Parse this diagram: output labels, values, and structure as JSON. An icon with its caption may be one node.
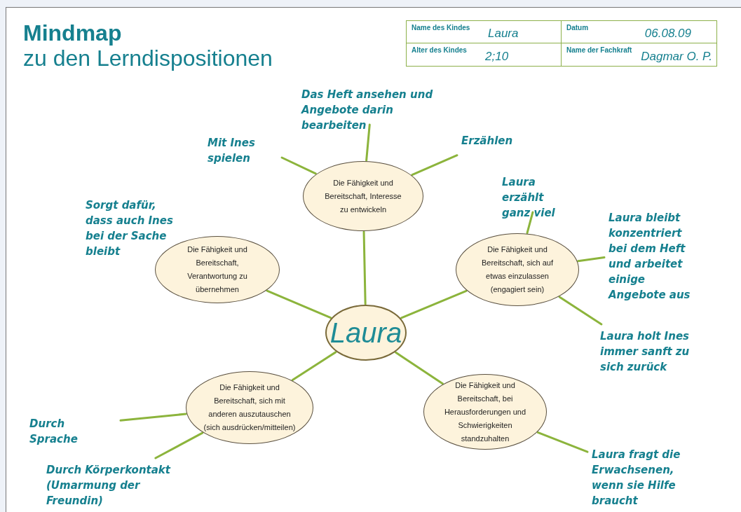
{
  "diagram": {
    "title": "**Mindmap** zu den Lerndispositionen",
    "nodes": [
      {
        "text": [
          "Laura"
        ]
      },
      {
        "text": [
          "Die Fähigkeit und Bereitschaft, Interesse zu entwickeln"
        ]
      },
      {
        "text": [
          "Die Fähigkeit und Bereitschaft, Verantwortung zu übernehmen"
        ]
      },
      {
        "text": [
          "Die Fähigkeit und Bereitschaft, sich auf etwas einzulassen (engagiert sein)"
        ]
      },
      {
        "text": [
          "Die Fähigkeit und Bereitschaft, sich mit anderen auszutauschen (sich ausdrücken/mitteilen)"
        ]
      },
      {
        "text": [
          "Die Fähigkeit und Bereitschaft, bei Herausforderungen und Schwierigkeiten standzuhalten"
        ]
      },
      {
        "text": [
          "Das Heft ansehen und Angebote darin bearbeiten"
        ]
      },
      {
        "text": [
          "Mit Ines spielen"
        ]
      },
      {
        "text": [
          "Erzählen"
        ]
      },
      {
        "text": [
          "Sorgt dafür, dass auch Ines bei der Sache bleibt"
        ]
      },
      {
        "text": [
          "Laura erzählt ganz viel"
        ]
      },
      {
        "text": [
          "Laura bleibt konzentriert bei dem Heft und arbeitet einige Angebote aus"
        ]
      },
      {
        "text": [
          "Laura holt Ines immer sanft zu sich zurück"
        ]
      },
      {
        "text": [
          "Durch Sprache"
        ]
      },
      {
        "text": [
          "Durch Körperkontakt (Umarmung der Freundin)"
        ]
      },
      {
        "text": [
          "Laura fragt die Erwachsenen, wenn sie Hilfe braucht"
        ]
      }
    ],
    "edges": [
      {
        "from": 0,
        "to": 1,
        "arrow": "none"
      },
      {
        "from": 0,
        "to": 2,
        "arrow": "none"
      },
      {
        "from": 0,
        "to": 3,
        "arrow": "none"
      },
      {
        "from": 0,
        "to": 4,
        "arrow": "none"
      },
      {
        "from": 0,
        "to": 5,
        "arrow": "none"
      },
      {
        "from": 1,
        "to": 6,
        "arrow": "none"
      },
      {
        "from": 1,
        "to": 7,
        "arrow": "none"
      },
      {
        "from": 1,
        "to": 8,
        "arrow": "none"
      },
      {
        "from": 3,
        "to": 10,
        "arrow": "none"
      },
      {
        "from": 3,
        "to": 11,
        "arrow": "none"
      },
      {
        "from": 3,
        "to": 12,
        "arrow": "none"
      },
      {
        "from": 4,
        "to": 13,
        "arrow": "none"
      },
      {
        "from": 4,
        "to": 14,
        "arrow": "none"
      },
      {
        "from": 5,
        "to": 15,
        "arrow": "none"
      }
    ],
    "labels": [
      "Name des Kindes",
      "Laura",
      "Datum",
      "06.08.09",
      "Alter des Kindes",
      "2;10",
      "Name der Fachkraft",
      "Dagmar O. P."
    ]
  }
}
